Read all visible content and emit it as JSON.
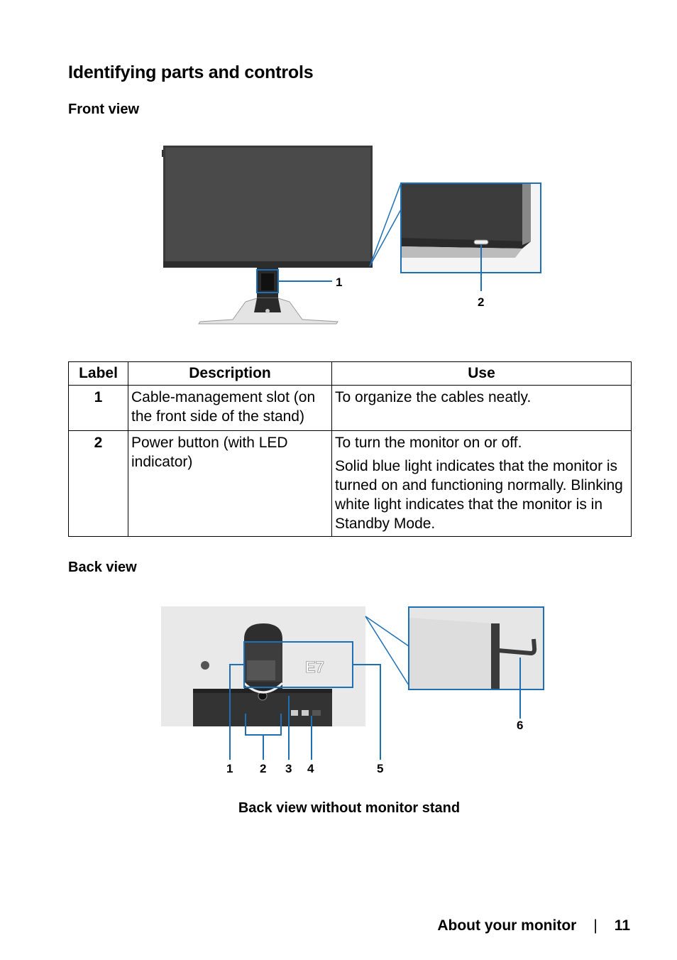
{
  "heading": "Identifying parts and controls",
  "front": {
    "title": "Front view",
    "callouts": [
      "1",
      "2"
    ]
  },
  "table": {
    "headers": [
      "Label",
      "Description",
      "Use"
    ],
    "rows": [
      {
        "label": "1",
        "description": "Cable-management slot (on the front side of the stand)",
        "use": [
          "To organize the cables neatly."
        ]
      },
      {
        "label": "2",
        "description": "Power button (with LED indicator)",
        "use": [
          "To turn the monitor on or off.",
          "Solid blue light indicates that the monitor is turned on and functioning normally. Blinking white light indicates that the monitor is in Standby Mode."
        ]
      }
    ]
  },
  "back": {
    "title": "Back view",
    "callouts": [
      "1",
      "2",
      "3",
      "4",
      "5",
      "6"
    ],
    "caption": "Back view without monitor stand"
  },
  "footer": {
    "section": "About your monitor",
    "separator": "|",
    "page": "11"
  },
  "colors": {
    "callout_blue": "#1f6fb5"
  }
}
